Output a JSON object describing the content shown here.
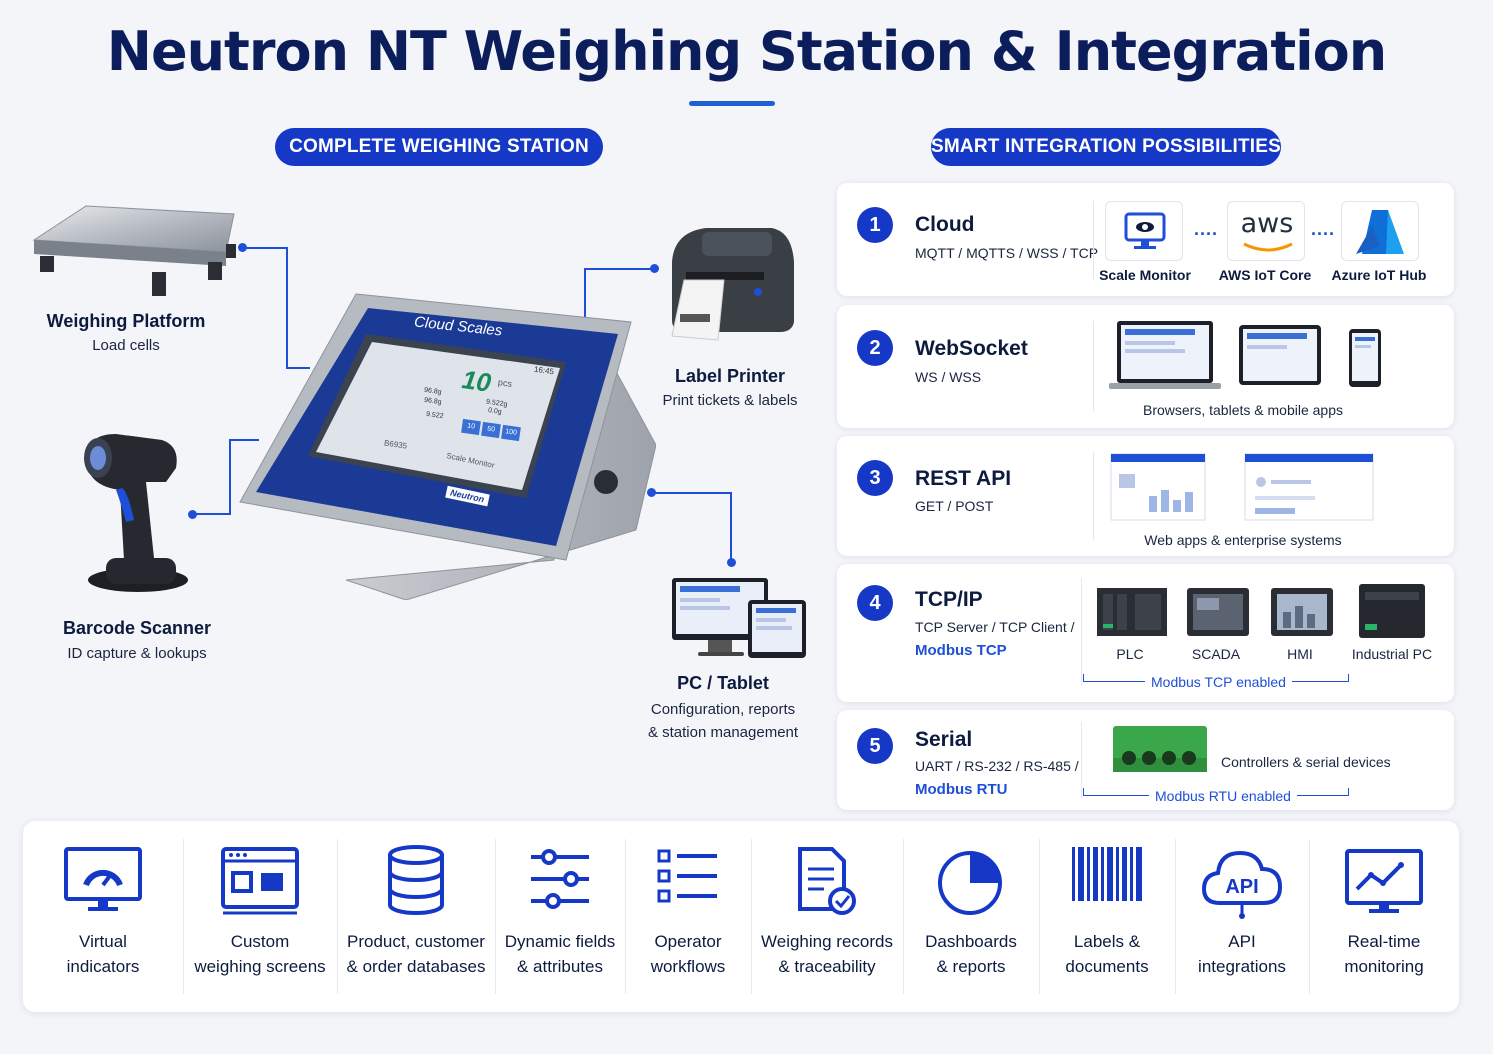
{
  "title": "Neutron NT Weighing Station & Integration",
  "left_header": "COMPLETE WEIGHING STATION",
  "right_header": "SMART INTEGRATION POSSIBILITIES",
  "station": {
    "brand": "Cloud Scales",
    "badge": "Neutron",
    "screen": {
      "big_value": "10",
      "unit": "pcs",
      "time": "16:45",
      "footer": "Scale Monitor",
      "code": "B6935",
      "readings": [
        "96.8g",
        "96.8g",
        "9.522",
        "9.522g",
        "0.0g"
      ],
      "keys": [
        "10",
        "50",
        "100"
      ]
    }
  },
  "devices": {
    "platform": {
      "title": "Weighing Platform",
      "sub": "Load cells"
    },
    "scanner": {
      "title": "Barcode Scanner",
      "sub": "ID capture & lookups"
    },
    "printer": {
      "title": "Label Printer",
      "sub": "Print tickets & labels"
    },
    "pc": {
      "title": "PC / Tablet",
      "sub1": "Configuration, reports",
      "sub2": "& station management"
    }
  },
  "integrations": [
    {
      "num": "1",
      "title": "Cloud",
      "sub": "MQTT / MQTTS / WSS / TCP",
      "targets": [
        "Scale Monitor",
        "AWS IoT Core",
        "Azure IoT Hub"
      ],
      "aws_logo": "aws"
    },
    {
      "num": "2",
      "title": "WebSocket",
      "sub": "WS / WSS",
      "caption": "Browsers, tablets & mobile apps"
    },
    {
      "num": "3",
      "title": "REST API",
      "sub": "GET / POST",
      "caption": "Web apps & enterprise systems"
    },
    {
      "num": "4",
      "title": "TCP/IP",
      "sub": "TCP Server / TCP Client /",
      "sub2": "Modbus TCP",
      "targets": [
        "PLC",
        "SCADA",
        "HMI",
        "Industrial PC"
      ],
      "brace": "Modbus TCP enabled"
    },
    {
      "num": "5",
      "title": "Serial",
      "sub": "UART / RS-232 / RS-485 /",
      "sub2": "Modbus RTU",
      "caption": "Controllers & serial devices",
      "brace": "Modbus RTU enabled"
    }
  ],
  "features": [
    {
      "icon": "monitor-gauge-icon",
      "line1": "Virtual",
      "line2": "indicators"
    },
    {
      "icon": "custom-screen-icon",
      "line1": "Custom",
      "line2": "weighing screens"
    },
    {
      "icon": "database-icon",
      "line1": "Product, customer",
      "line2": "& order databases"
    },
    {
      "icon": "sliders-icon",
      "line1": "Dynamic fields",
      "line2": "& attributes"
    },
    {
      "icon": "checklist-icon",
      "line1": "Operator",
      "line2": "workflows"
    },
    {
      "icon": "document-check-icon",
      "line1": "Weighing records",
      "line2": "& traceability"
    },
    {
      "icon": "pie-chart-icon",
      "line1": "Dashboards",
      "line2": "& reports"
    },
    {
      "icon": "barcode-icon",
      "line1": "Labels &",
      "line2": "documents"
    },
    {
      "icon": "api-cloud-icon",
      "line1": "API",
      "line2": "integrations"
    },
    {
      "icon": "monitor-trend-icon",
      "line1": "Real-time",
      "line2": "monitoring"
    }
  ],
  "colors": {
    "accent": "#1538c7",
    "line": "#1f4fd6",
    "title": "#0c1d5c",
    "background": "#f3f5f9"
  }
}
